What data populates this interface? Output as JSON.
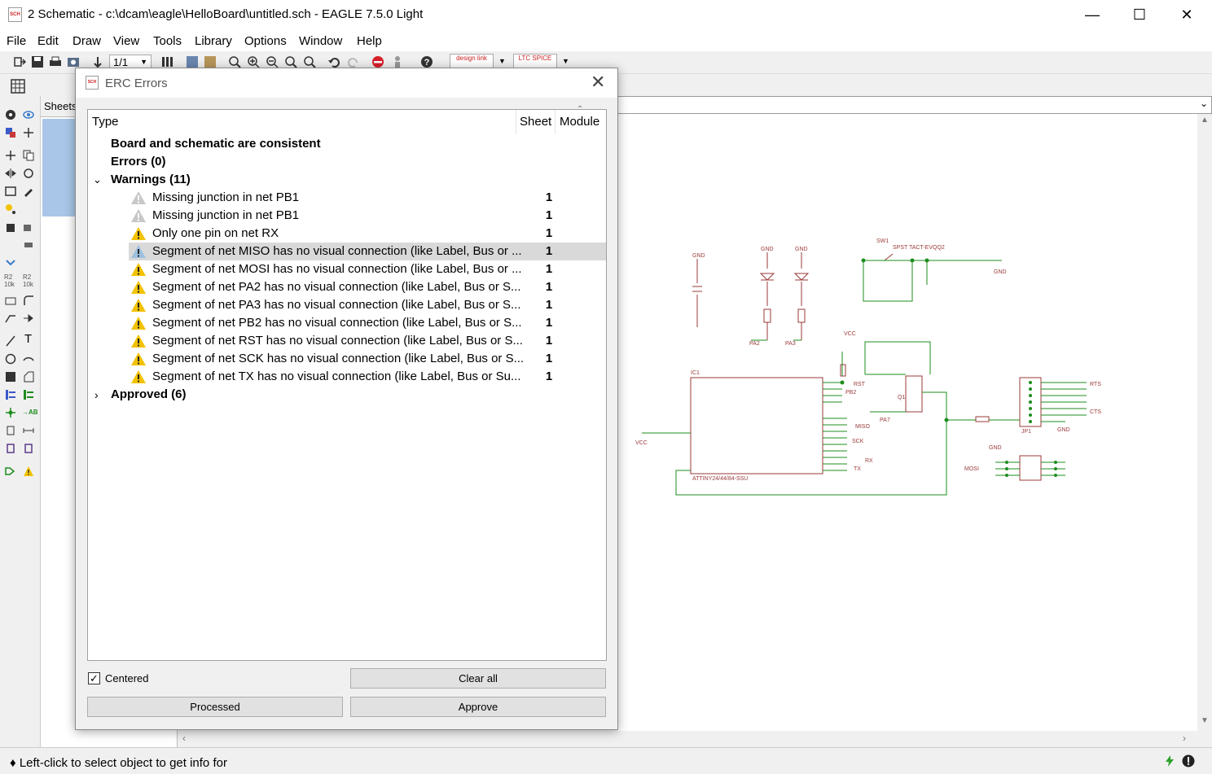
{
  "window": {
    "title": "2 Schematic - c:\\dcam\\eagle\\HelloBoard\\untitled.sch - EAGLE 7.5.0 Light",
    "icon_label": "SCH"
  },
  "menu": [
    "File",
    "Edit",
    "Draw",
    "View",
    "Tools",
    "Library",
    "Options",
    "Window",
    "Help"
  ],
  "toolbar": {
    "sheet_select": "1/1",
    "design_link_label": "design link",
    "ltc_label": "LTC SPICE"
  },
  "sheets_panel": {
    "tab_label": "Sheets"
  },
  "dialog": {
    "title": "ERC Errors",
    "columns": {
      "type": "Type",
      "sheet": "Sheet",
      "module": "Module"
    },
    "summary": [
      "Board and schematic are consistent",
      "Errors (0)"
    ],
    "warnings_group": "Warnings (11)",
    "warnings": [
      {
        "text": "Missing junction in net PB1",
        "sheet": "1",
        "severity": "approved"
      },
      {
        "text": "Missing junction in net PB1",
        "sheet": "1",
        "severity": "approved"
      },
      {
        "text": "Only one pin on net RX",
        "sheet": "1",
        "severity": "warning"
      },
      {
        "text": "Segment of net MISO has no visual connection (like Label, Bus or ...",
        "sheet": "1",
        "severity": "selected"
      },
      {
        "text": "Segment of net MOSI has no visual connection (like Label, Bus or ...",
        "sheet": "1",
        "severity": "warning"
      },
      {
        "text": "Segment of net PA2 has no visual connection (like Label, Bus or S...",
        "sheet": "1",
        "severity": "warning"
      },
      {
        "text": "Segment of net PA3 has no visual connection (like Label, Bus or S...",
        "sheet": "1",
        "severity": "warning"
      },
      {
        "text": "Segment of net PB2 has no visual connection (like Label, Bus or S...",
        "sheet": "1",
        "severity": "warning"
      },
      {
        "text": "Segment of net RST has no visual connection (like Label, Bus or S...",
        "sheet": "1",
        "severity": "warning"
      },
      {
        "text": "Segment of net SCK has no visual connection (like Label, Bus or S...",
        "sheet": "1",
        "severity": "warning"
      },
      {
        "text": "Segment of net TX has no visual connection (like Label, Bus or Su...",
        "sheet": "1",
        "severity": "warning"
      }
    ],
    "approved_group": "Approved (6)",
    "centered_label": "Centered",
    "centered_checked": true,
    "buttons": {
      "clear_all": "Clear all",
      "processed": "Processed",
      "approve": "Approve"
    }
  },
  "schematic_labels": {
    "ic1": "IC1",
    "ic1_value": "ATTINY24/44/84-SSU",
    "sw1": "SW1",
    "sw1_value": "SPST TACT-EVQQ2",
    "gnd": "GND",
    "vcc": "VCC",
    "nets": [
      "PA2",
      "PA3",
      "RST",
      "PB2",
      "PA7",
      "MISO",
      "SCK",
      "MOSI",
      "RX",
      "TX",
      "RTS",
      "CTS"
    ],
    "connector": "JP1",
    "resonator": "Q1"
  },
  "status": {
    "text": "♦ Left-click to select object to get info for"
  },
  "colors": {
    "schematic_line": "#9b3a3a",
    "net_wire": "#1e8c1e",
    "selection": "#d9d9d9",
    "warning_yellow": "#f2c200"
  }
}
